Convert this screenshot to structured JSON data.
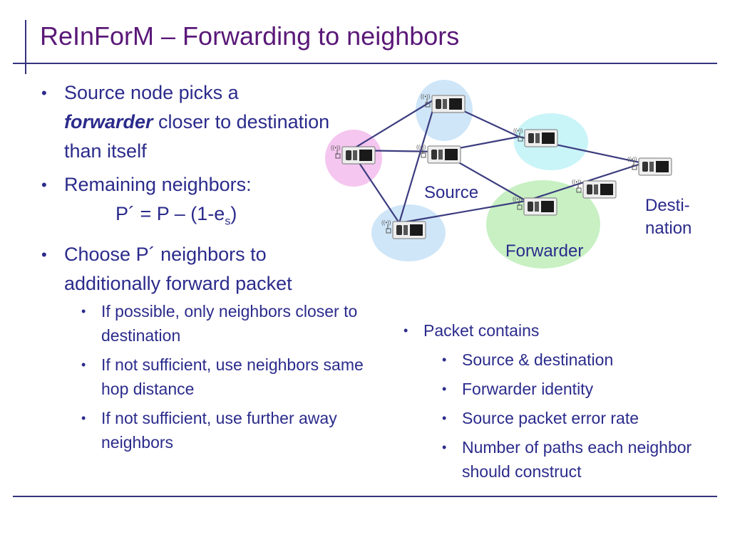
{
  "title": "ReInForM – Forwarding to neighbors",
  "colors": {
    "title": "#5a1878",
    "text": "#2b2b8c",
    "rule": "#34347e",
    "link": "#3c3c80",
    "zone_source": "#f5c6f0",
    "zone_forwarder": "#c8f0c3",
    "zone_neighbor": "#cfe6f8",
    "zone_top_right": "#c9f4f8"
  },
  "left": {
    "bullet1": {
      "part1": "Source node picks a",
      "emphasis": "forwarder",
      "part2": " closer to destination than itself"
    },
    "bullet2": {
      "text": "Remaining neighbors:",
      "formula_main": "P´ = P – (1-e",
      "formula_sub": "s",
      "formula_end": ")"
    },
    "bullet3": {
      "text": "Choose P´ neighbors to additionally forward packet"
    },
    "sub_items": [
      "If possible, only neighbors closer to destination",
      "If not sufficient, use neighbors same hop distance",
      "If not sufficient, use further away neighbors"
    ]
  },
  "right": {
    "packet_heading": "Packet contains",
    "packet_items": [
      "Source & destination",
      "Forwarder identity",
      "Source packet error rate",
      "Number of paths each neighbor should construct"
    ]
  },
  "diagram": {
    "labels": {
      "source": "Source",
      "forwarder": "Forwarder",
      "destination_line1": "Desti-",
      "destination_line2": "nation"
    },
    "nodes": [
      {
        "id": "source-node",
        "zone": "zone_source"
      },
      {
        "id": "top-node",
        "zone": "zone_neighbor"
      },
      {
        "id": "upper-right-node",
        "zone": "zone_top_right"
      },
      {
        "id": "center-node",
        "zone": "none"
      },
      {
        "id": "destination-node",
        "zone": "none"
      },
      {
        "id": "small-right-node",
        "zone": "none"
      },
      {
        "id": "forwarder-node",
        "zone": "zone_forwarder"
      },
      {
        "id": "bottom-left-node",
        "zone": "zone_neighbor"
      }
    ],
    "links": [
      [
        "source-node",
        "top-node"
      ],
      [
        "source-node",
        "center-node"
      ],
      [
        "source-node",
        "bottom-left-node"
      ],
      [
        "top-node",
        "upper-right-node"
      ],
      [
        "top-node",
        "bottom-left-node"
      ],
      [
        "center-node",
        "upper-right-node"
      ],
      [
        "center-node",
        "forwarder-node"
      ],
      [
        "upper-right-node",
        "destination-node"
      ],
      [
        "forwarder-node",
        "destination-node"
      ],
      [
        "bottom-left-node",
        "forwarder-node"
      ]
    ]
  }
}
